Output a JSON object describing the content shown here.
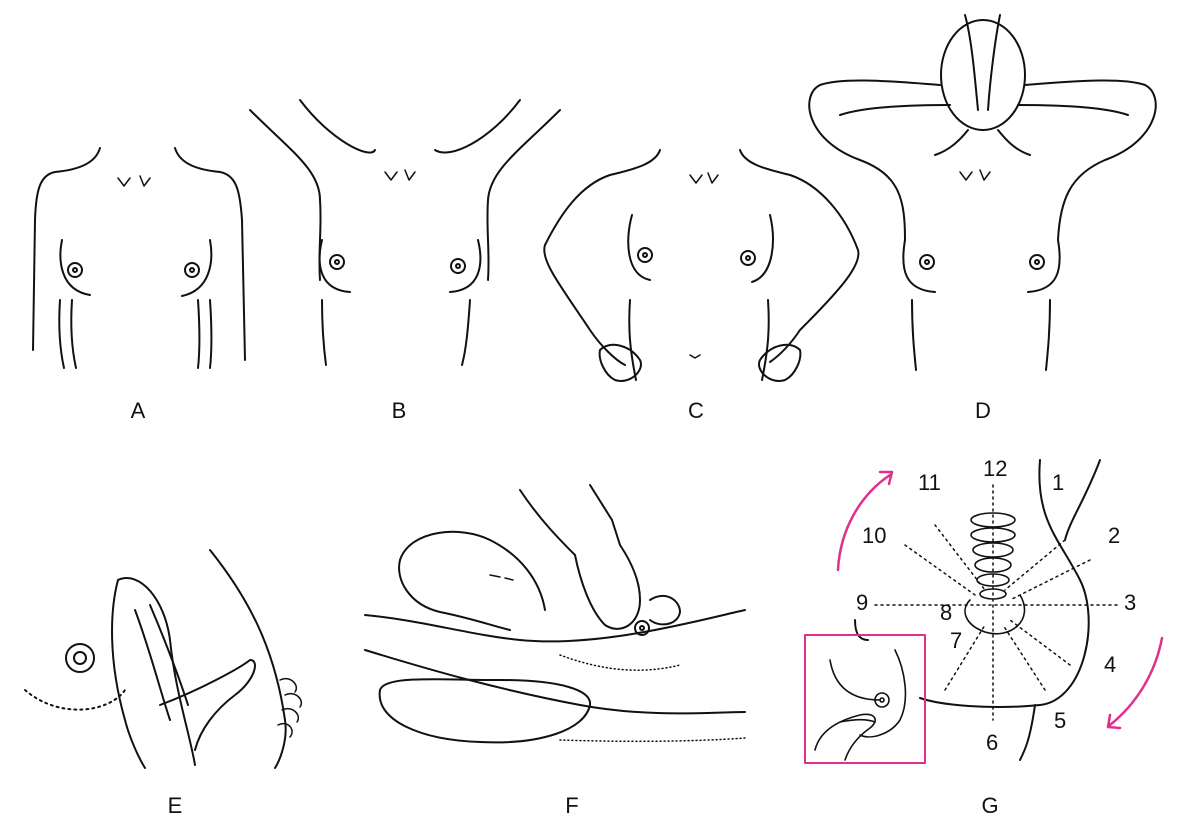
{
  "labels": {
    "a": "A",
    "b": "B",
    "c": "C",
    "d": "D",
    "e": "E",
    "f": "F",
    "g": "G"
  },
  "clock": {
    "numbers": [
      "12",
      "1",
      "2",
      "3",
      "4",
      "5",
      "6",
      "7",
      "8",
      "9",
      "10",
      "11"
    ]
  },
  "colors": {
    "ink": "#111111",
    "accent": "#e0308c"
  }
}
